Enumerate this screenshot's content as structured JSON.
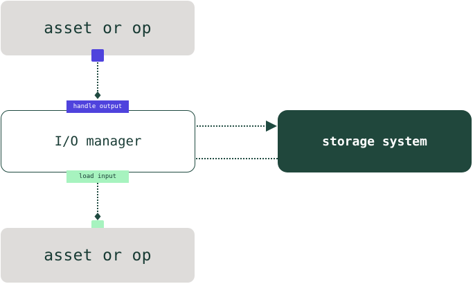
{
  "nodes": {
    "top_asset": "asset or op",
    "io_manager": "I/O manager",
    "storage": "storage system",
    "bottom_asset": "asset or op"
  },
  "tags": {
    "handle_output": "handle output",
    "load_input": "load input"
  },
  "colors": {
    "asset_bg": "#dedcda",
    "dark_green": "#20473c",
    "purple": "#4f43dd",
    "mint": "#a7f3bf",
    "text": "#173a33"
  }
}
